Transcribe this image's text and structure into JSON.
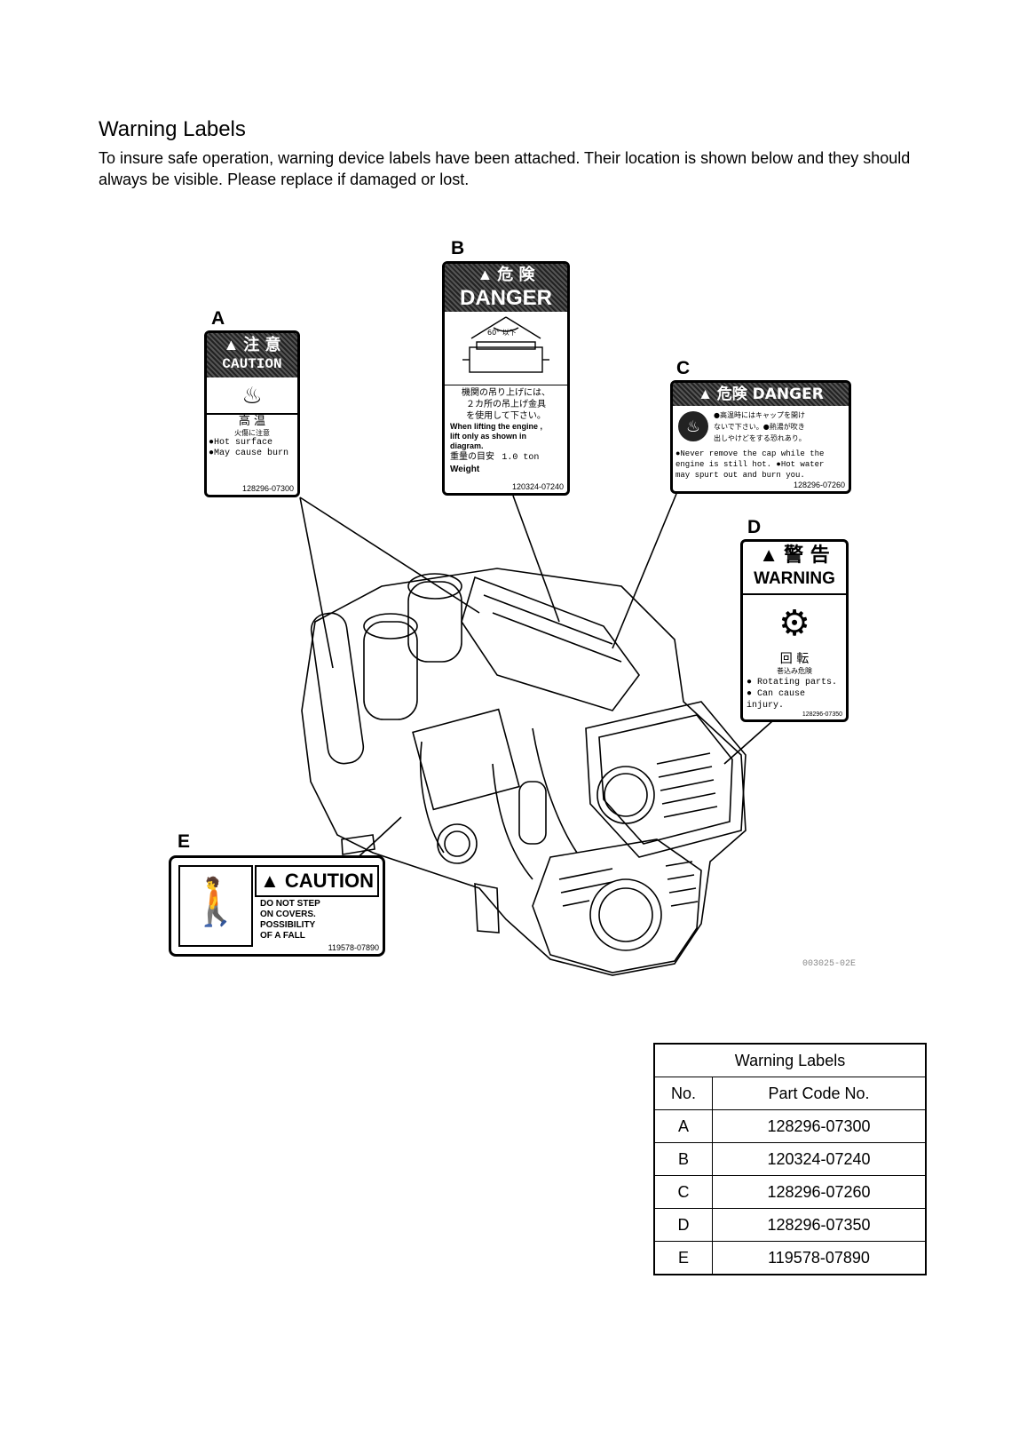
{
  "header": {
    "title": "Warning Labels",
    "intro": "To insure safe operation, warning device labels have been attached. Their location is shown below and they should always be visible. Please replace if damaged or lost."
  },
  "labels": {
    "a": {
      "letter": "A",
      "head_jp": "注 意",
      "head_en": "CAUTION",
      "sub_jp": "高 温",
      "sub_jp2": "火傷に注意",
      "line1": "●Hot surface",
      "line2": "●May cause burn",
      "code": "128296-07300"
    },
    "b": {
      "letter": "B",
      "head_jp": "危 険",
      "head_en": "DANGER",
      "angle": "60° 以下",
      "jp1": "機関の吊り上げには、",
      "jp2": "２カ所の吊上げ金具",
      "jp3": "を使用して下さい。",
      "en1": "When lifting the engine ,",
      "en2": "lift only as shown in",
      "en3": "diagram.",
      "weight_jp": "重量の目安",
      "weight_val": "1.0 ton",
      "weight_en": "Weight",
      "code": "120324-07240"
    },
    "c": {
      "letter": "C",
      "head": "危険 DANGER",
      "jp1": "●高温時にはキャップを開け",
      "jp2": "ないで下さい。●熱湯が吹き",
      "jp3": "出しやけどをする恐れあり。",
      "en1": "●Never remove the cap while the",
      "en2": "engine is still hot. ●Hot water",
      "en3": "may spurt out and burn you.",
      "code": "128296-07260"
    },
    "d": {
      "letter": "D",
      "head_jp": "警 告",
      "head_en": "WARNING",
      "sub_jp": "回 転",
      "sub_jp2": "巻込み危険",
      "line1": "● Rotating parts.",
      "line2": "● Can cause injury.",
      "code": "128296-07350"
    },
    "e": {
      "letter": "E",
      "head": "CAUTION",
      "line1": "DO NOT STEP",
      "line2": "ON COVERS.",
      "line3": "POSSIBILITY",
      "line4": "OF A FALL",
      "code": "119578-07890"
    }
  },
  "figure_code": "003025-02E",
  "parts_table": {
    "caption": "Warning Labels",
    "headers": [
      "No.",
      "Part Code No."
    ],
    "rows": [
      [
        "A",
        "128296-07300"
      ],
      [
        "B",
        "120324-07240"
      ],
      [
        "C",
        "128296-07260"
      ],
      [
        "D",
        "128296-07350"
      ],
      [
        "E",
        "119578-07890"
      ]
    ]
  }
}
